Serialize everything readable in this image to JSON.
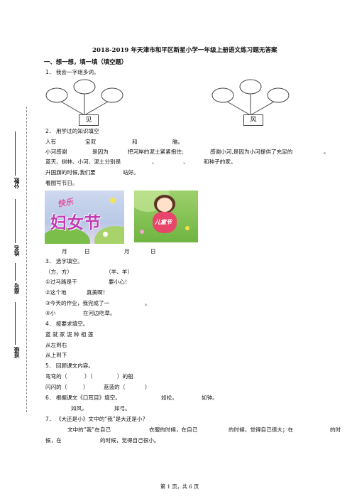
{
  "title": "2018-2019 年天津市和平区新星小学一年级上册语文练习题无答案",
  "section1": "一、想一想，填一填（填空题）",
  "q1": {
    "text": "1． 我会一字组多词。",
    "box_left": "见",
    "box_right": "风"
  },
  "q2": {
    "heading": "2． 用学过的知识填空",
    "line1": [
      "人有",
      "宝双",
      "和",
      "脑。"
    ],
    "line2": [
      "小河感谢",
      "是因为",
      "把河岸的泥土紧紧抱住;",
      "感谢小河,是因为小河提供了充足的",
      "。"
    ],
    "line3": [
      "蓝天、树林、小河、泥土分别是",
      "、",
      "、",
      "和种子的家。"
    ],
    "line4": [
      "升国旗的时候,我们要",
      "站好。"
    ],
    "line5": "看图写节日。",
    "img1_text": "妇女节",
    "img1_sub": "快乐",
    "img2_text": "儿童节",
    "dates": [
      "月",
      "日",
      "月",
      "日"
    ]
  },
  "q3": {
    "heading": "3． 选字填空。",
    "options": [
      "（方、方）",
      "（羊、羊）"
    ],
    "items": [
      "①过马路是干",
      "要小心！",
      "②这个地",
      "真美啊！",
      "③今天的作业，我完成了一",
      "。",
      "④小",
      "在河边吃草。"
    ]
  },
  "q4": {
    "heading": "4． 按要求填空。",
    "chars": "蓝 就 家 泥 种 祖 莲",
    "item1": "从左到右",
    "item2": "从上到下"
  },
  "q5": {
    "heading": "5． 回顾课文内容。",
    "line1": [
      "弯弯的（",
      "）（",
      "）的船"
    ],
    "line2": [
      "闪闪的（",
      "）",
      "蓝蓝的（",
      "）"
    ]
  },
  "q6": {
    "heading": "6． 根据课文《口耳目》填空。",
    "a": "如松，",
    "b": "如钟。",
    "c": "如风，",
    "d": "如弓。"
  },
  "q7": {
    "heading": "7． 《大还是小》文中的“我”是大还是小？",
    "line1": [
      "文中的“我”在自己",
      "衣服的时候，在自己",
      "的时候，觉得自己很大；在",
      "的时"
    ],
    "line2": [
      "候，在",
      "的时候，觉得自己很小。"
    ]
  },
  "side_labels": [
    "分数",
    "姓名",
    "座号",
    "班级"
  ],
  "footer": "第 1 页，共 6 页"
}
